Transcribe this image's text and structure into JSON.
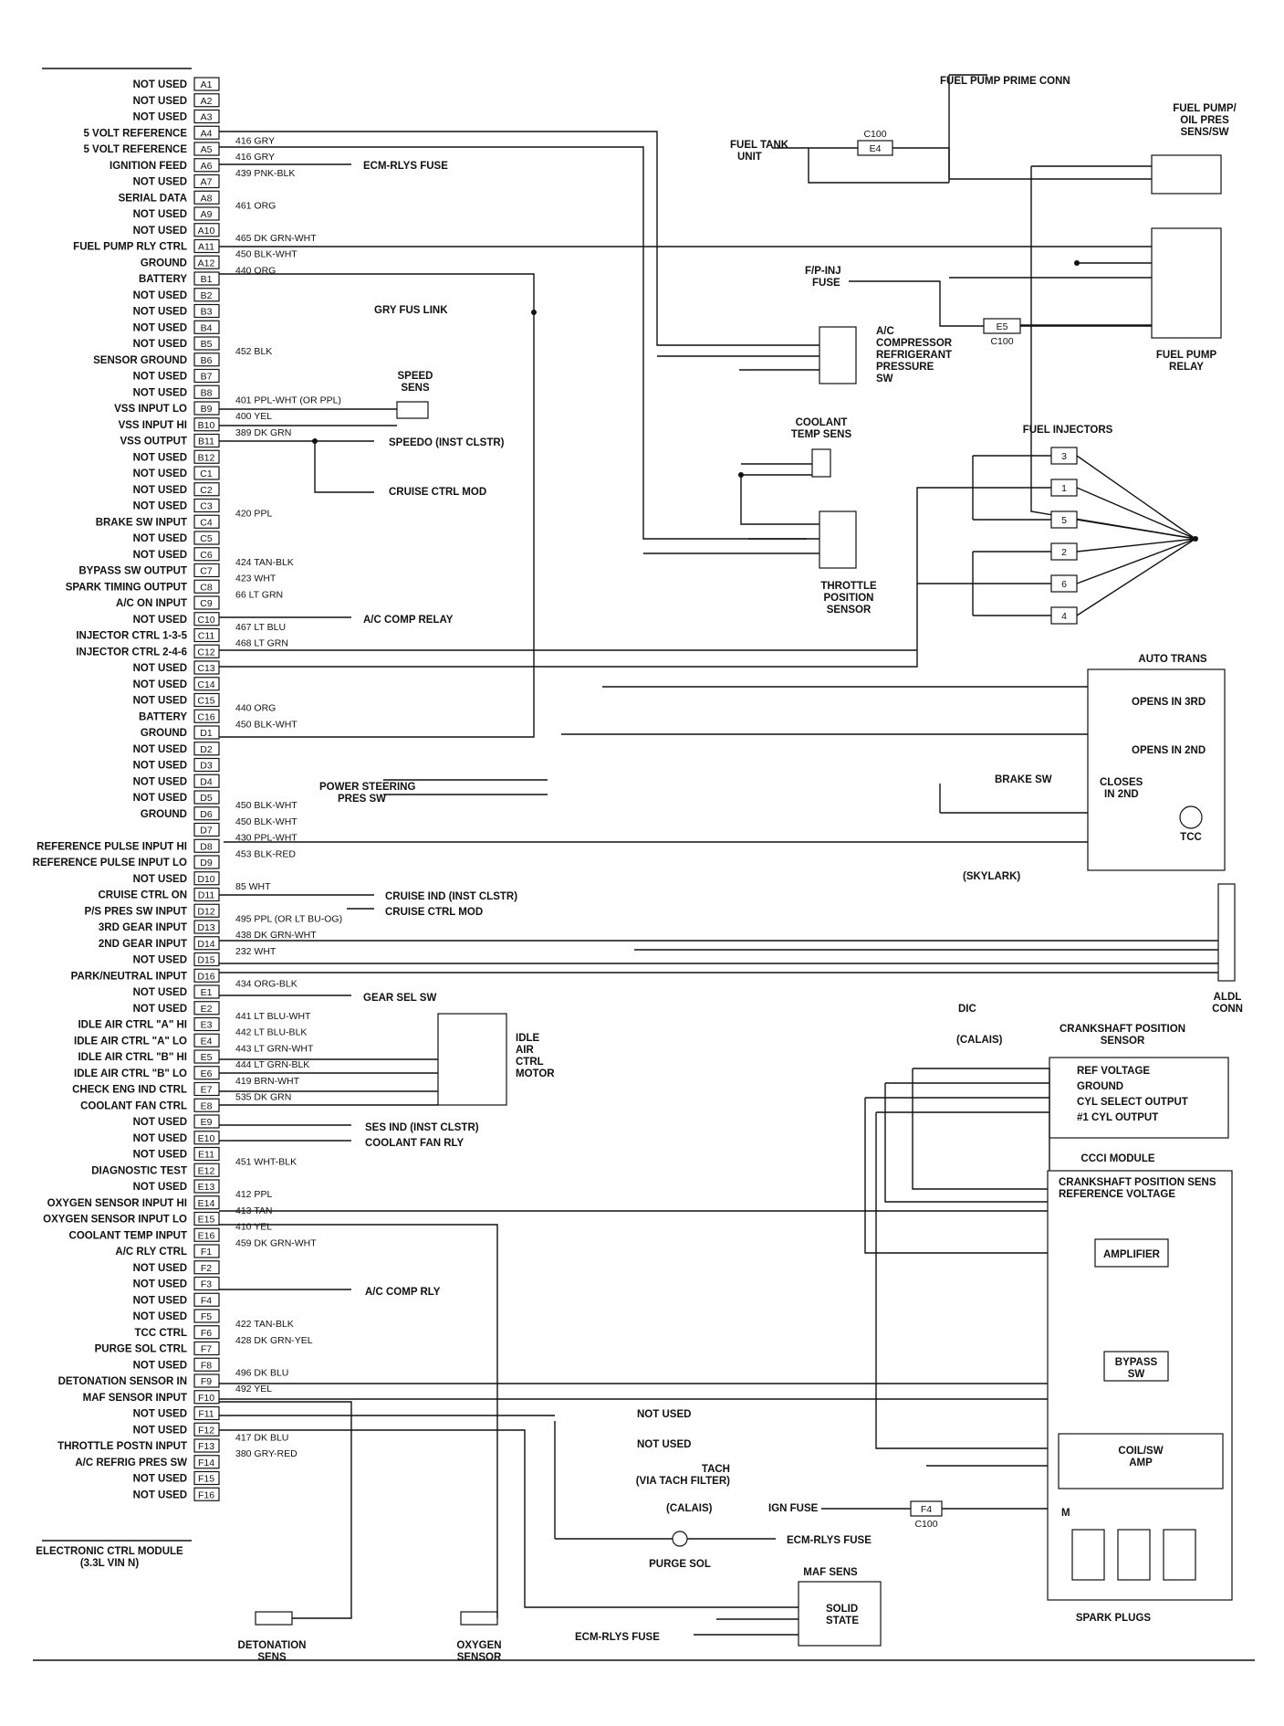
{
  "pins_left": [
    {
      "pin": "A1",
      "label": "NOT USED",
      "wire": ""
    },
    {
      "pin": "A2",
      "label": "NOT USED",
      "wire": ""
    },
    {
      "pin": "A3",
      "label": "NOT USED",
      "wire": ""
    },
    {
      "pin": "A4",
      "label": "5 VOLT REFERENCE",
      "wire": "416 GRY"
    },
    {
      "pin": "A5",
      "label": "5 VOLT REFERENCE",
      "wire": "416 GRY"
    },
    {
      "pin": "A6",
      "label": "IGNITION FEED",
      "wire": "439 PNK-BLK"
    },
    {
      "pin": "A7",
      "label": "NOT USED",
      "wire": ""
    },
    {
      "pin": "A8",
      "label": "SERIAL DATA",
      "wire": "461 ORG"
    },
    {
      "pin": "A9",
      "label": "NOT USED",
      "wire": ""
    },
    {
      "pin": "A10",
      "label": "NOT USED",
      "wire": "465 DK GRN-WHT"
    },
    {
      "pin": "A11",
      "label": "FUEL PUMP RLY CTRL",
      "wire": "450 BLK-WHT"
    },
    {
      "pin": "A12",
      "label": "GROUND",
      "wire": "440 ORG"
    },
    {
      "pin": "B1",
      "label": "BATTERY",
      "wire": ""
    },
    {
      "pin": "B2",
      "label": "NOT USED",
      "wire": ""
    },
    {
      "pin": "B3",
      "label": "NOT USED",
      "wire": ""
    },
    {
      "pin": "B4",
      "label": "NOT USED",
      "wire": ""
    },
    {
      "pin": "B5",
      "label": "NOT USED",
      "wire": "452 BLK"
    },
    {
      "pin": "B6",
      "label": "SENSOR GROUND",
      "wire": ""
    },
    {
      "pin": "B7",
      "label": "NOT USED",
      "wire": ""
    },
    {
      "pin": "B8",
      "label": "NOT USED",
      "wire": "401 PPL-WHT (OR PPL)"
    },
    {
      "pin": "B9",
      "label": "VSS INPUT LO",
      "wire": "400 YEL"
    },
    {
      "pin": "B10",
      "label": "VSS INPUT HI",
      "wire": "389 DK GRN"
    },
    {
      "pin": "B11",
      "label": "VSS OUTPUT",
      "wire": ""
    },
    {
      "pin": "B12",
      "label": "NOT USED",
      "wire": ""
    },
    {
      "pin": "C1",
      "label": "NOT USED",
      "wire": ""
    },
    {
      "pin": "C2",
      "label": "NOT USED",
      "wire": ""
    },
    {
      "pin": "C3",
      "label": "NOT USED",
      "wire": "420 PPL"
    },
    {
      "pin": "C4",
      "label": "BRAKE SW INPUT",
      "wire": ""
    },
    {
      "pin": "C5",
      "label": "NOT USED",
      "wire": ""
    },
    {
      "pin": "C6",
      "label": "NOT USED",
      "wire": "424 TAN-BLK"
    },
    {
      "pin": "C7",
      "label": "BYPASS SW OUTPUT",
      "wire": "423 WHT"
    },
    {
      "pin": "C8",
      "label": "SPARK TIMING OUTPUT",
      "wire": "66 LT GRN"
    },
    {
      "pin": "C9",
      "label": "A/C ON INPUT",
      "wire": ""
    },
    {
      "pin": "C10",
      "label": "NOT USED",
      "wire": "467 LT BLU"
    },
    {
      "pin": "C11",
      "label": "INJECTOR CTRL 1-3-5",
      "wire": "468 LT GRN"
    },
    {
      "pin": "C12",
      "label": "INJECTOR CTRL 2-4-6",
      "wire": ""
    },
    {
      "pin": "C13",
      "label": "NOT USED",
      "wire": ""
    },
    {
      "pin": "C14",
      "label": "NOT USED",
      "wire": ""
    },
    {
      "pin": "C15",
      "label": "NOT USED",
      "wire": "440 ORG"
    },
    {
      "pin": "C16",
      "label": "BATTERY",
      "wire": "450 BLK-WHT"
    },
    {
      "pin": "D1",
      "label": "GROUND",
      "wire": ""
    },
    {
      "pin": "D2",
      "label": "NOT USED",
      "wire": ""
    },
    {
      "pin": "D3",
      "label": "NOT USED",
      "wire": ""
    },
    {
      "pin": "D4",
      "label": "NOT USED",
      "wire": ""
    },
    {
      "pin": "D5",
      "label": "NOT USED",
      "wire": "450 BLK-WHT"
    },
    {
      "pin": "D6",
      "label": "GROUND",
      "wire": "450 BLK-WHT"
    },
    {
      "pin": "D7",
      "label": "",
      "wire": "430 PPL-WHT"
    },
    {
      "pin": "D8",
      "label": "REFERENCE PULSE INPUT HI",
      "wire": "453 BLK-RED"
    },
    {
      "pin": "D9",
      "label": "REFERENCE PULSE INPUT LO",
      "wire": ""
    },
    {
      "pin": "D10",
      "label": "NOT USED",
      "wire": "85 WHT"
    },
    {
      "pin": "D11",
      "label": "CRUISE CTRL ON",
      "wire": ""
    },
    {
      "pin": "D12",
      "label": "P/S PRES SW INPUT",
      "wire": "495 PPL (OR LT BU-OG)"
    },
    {
      "pin": "D13",
      "label": "3RD GEAR INPUT",
      "wire": "438 DK GRN-WHT"
    },
    {
      "pin": "D14",
      "label": "2ND GEAR INPUT",
      "wire": "232 WHT"
    },
    {
      "pin": "D15",
      "label": "NOT USED",
      "wire": ""
    },
    {
      "pin": "D16",
      "label": "PARK/NEUTRAL INPUT",
      "wire": "434 ORG-BLK"
    },
    {
      "pin": "E1",
      "label": "NOT USED",
      "wire": ""
    },
    {
      "pin": "E2",
      "label": "NOT USED",
      "wire": "441 LT BLU-WHT"
    },
    {
      "pin": "E3",
      "label": "IDLE AIR CTRL \"A\" HI",
      "wire": "442 LT BLU-BLK"
    },
    {
      "pin": "E4",
      "label": "IDLE AIR CTRL \"A\" LO",
      "wire": "443 LT GRN-WHT"
    },
    {
      "pin": "E5",
      "label": "IDLE AIR CTRL \"B\" HI",
      "wire": "444 LT GRN-BLK"
    },
    {
      "pin": "E6",
      "label": "IDLE AIR CTRL \"B\" LO",
      "wire": "419 BRN-WHT"
    },
    {
      "pin": "E7",
      "label": "CHECK ENG IND CTRL",
      "wire": "535 DK GRN"
    },
    {
      "pin": "E8",
      "label": "COOLANT FAN CTRL",
      "wire": ""
    },
    {
      "pin": "E9",
      "label": "NOT USED",
      "wire": ""
    },
    {
      "pin": "E10",
      "label": "NOT USED",
      "wire": ""
    },
    {
      "pin": "E11",
      "label": "NOT USED",
      "wire": "451 WHT-BLK"
    },
    {
      "pin": "E12",
      "label": "DIAGNOSTIC TEST",
      "wire": ""
    },
    {
      "pin": "E13",
      "label": "NOT USED",
      "wire": "412 PPL"
    },
    {
      "pin": "E14",
      "label": "OXYGEN SENSOR INPUT HI",
      "wire": "413 TAN"
    },
    {
      "pin": "E15",
      "label": "OXYGEN SENSOR INPUT LO",
      "wire": "410 YEL"
    },
    {
      "pin": "E16",
      "label": "COOLANT TEMP INPUT",
      "wire": "459 DK GRN-WHT"
    },
    {
      "pin": "F1",
      "label": "A/C RLY CTRL",
      "wire": ""
    },
    {
      "pin": "F2",
      "label": "NOT USED",
      "wire": ""
    },
    {
      "pin": "F3",
      "label": "NOT USED",
      "wire": ""
    },
    {
      "pin": "F4",
      "label": "NOT USED",
      "wire": ""
    },
    {
      "pin": "F5",
      "label": "NOT USED",
      "wire": "422 TAN-BLK"
    },
    {
      "pin": "F6",
      "label": "TCC CTRL",
      "wire": "428 DK GRN-YEL"
    },
    {
      "pin": "F7",
      "label": "PURGE SOL CTRL",
      "wire": ""
    },
    {
      "pin": "F8",
      "label": "NOT USED",
      "wire": "496 DK BLU"
    },
    {
      "pin": "F9",
      "label": "DETONATION SENSOR IN",
      "wire": "492 YEL"
    },
    {
      "pin": "F10",
      "label": "MAF SENSOR INPUT",
      "wire": ""
    },
    {
      "pin": "F11",
      "label": "NOT USED",
      "wire": ""
    },
    {
      "pin": "F12",
      "label": "NOT USED",
      "wire": "417 DK BLU"
    },
    {
      "pin": "F13",
      "label": "THROTTLE POSTN INPUT",
      "wire": "380 GRY-RED"
    },
    {
      "pin": "F14",
      "label": "A/C REFRIG PRES SW",
      "wire": ""
    },
    {
      "pin": "F15",
      "label": "NOT USED",
      "wire": ""
    },
    {
      "pin": "F16",
      "label": "NOT USED",
      "wire": ""
    }
  ],
  "texts": {
    "ecm_title": "ELECTRONIC CTRL MODULE",
    "ecm_sub": "(3.3L VIN N)",
    "fuel_pump_prime": "FUEL PUMP PRIME CONN",
    "fuel_pump_sens": "FUEL PUMP/ OIL PRES SENS/SW",
    "fuel_tank": "FUEL TANK UNIT",
    "c100": "C100",
    "e4": "E4",
    "e5": "E5",
    "f4": "F4",
    "ecm_rlys_fuse": "ECM-RLYS FUSE",
    "gry_fus_link": "GRY FUS LINK",
    "fp_inj_fuse": "F/P-INJ FUSE",
    "fuel_pump_relay": "FUEL PUMP RELAY",
    "ac_comp_sw": "A/C COMPRESSOR REFRIGERANT PRESSURE SW",
    "coolant_temp": "COOLANT TEMP SENS",
    "fuel_injectors": "FUEL INJECTORS",
    "speed_sens": "SPEED SENS",
    "speedo": "SPEEDO (INST CLSTR)",
    "cruise_ctrl_mod": "CRUISE CTRL MOD",
    "tps": "THROTTLE POSITION SENSOR",
    "ac_comp_relay": "A/C COMP RELAY",
    "auto_trans": "AUTO TRANS",
    "opens_3rd": "OPENS IN 3RD",
    "opens_2nd": "OPENS IN 2ND",
    "brake_sw": "BRAKE SW",
    "closes_2nd": "CLOSES IN 2ND",
    "tcc": "TCC",
    "ps_pres_sw": "POWER STEERING PRES SW",
    "skylark": "(SKYLARK)",
    "cruise_ind": "CRUISE IND (INST CLSTR)",
    "aldl": "ALDL CONN",
    "dic": "DIC",
    "calais": "(CALAIS)",
    "gear_sel_sw": "GEAR SEL SW",
    "ckp_sensor": "CRANKSHAFT POSITION SENSOR",
    "ref_voltage": "REF VOLTAGE",
    "ground": "GROUND",
    "cyl_select": "CYL SELECT OUTPUT",
    "cyl1_output": "#1 CYL OUTPUT",
    "idle_air": "IDLE AIR CTRL MOTOR",
    "ses_ind": "SES IND (INST CLSTR)",
    "coolant_fan_rly": "COOLANT FAN RLY",
    "ccci": "CCCI MODULE",
    "ckp_ref": "CRANKSHAFT POSITION SENS REFERENCE VOLTAGE",
    "amplifier": "AMPLIFIER",
    "ac_comp_rly": "A/C COMP RLY",
    "bypass_sw": "BYPASS SW",
    "coil_amp": "COIL/SW AMP",
    "not_used": "NOT USED",
    "tach": "TACH (VIA TACH FILTER)",
    "ign_fuse": "IGN FUSE",
    "purge_sol": "PURGE SOL",
    "maf_sens": "MAF SENS",
    "solid_state": "SOLID STATE",
    "spark_plugs": "SPARK PLUGS",
    "det_sens": "DETONATION SENS",
    "o2_sensor": "OXYGEN SENSOR"
  }
}
